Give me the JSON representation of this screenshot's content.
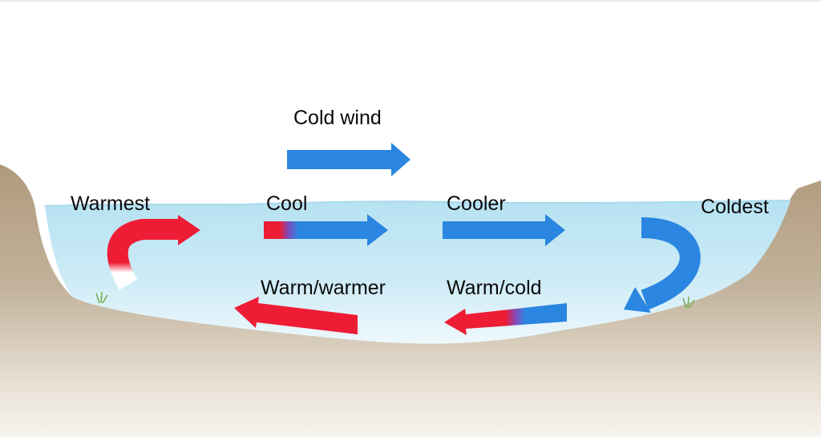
{
  "labels": {
    "cold_wind": "Cold wind",
    "warmest": "Warmest",
    "cool": "Cool",
    "cooler": "Cooler",
    "coldest": "Coldest",
    "warm_warmer": "Warm/warmer",
    "warm_cold": "Warm/cold"
  },
  "colors": {
    "sky": "#ffffff",
    "water": "#bfe6f3",
    "ground": "#b49f82",
    "ground_light": "#f3efe9",
    "cold_arrow": "#2a86e0",
    "warm_arrow": "#ee1c35",
    "text": "#0a0a0a"
  }
}
